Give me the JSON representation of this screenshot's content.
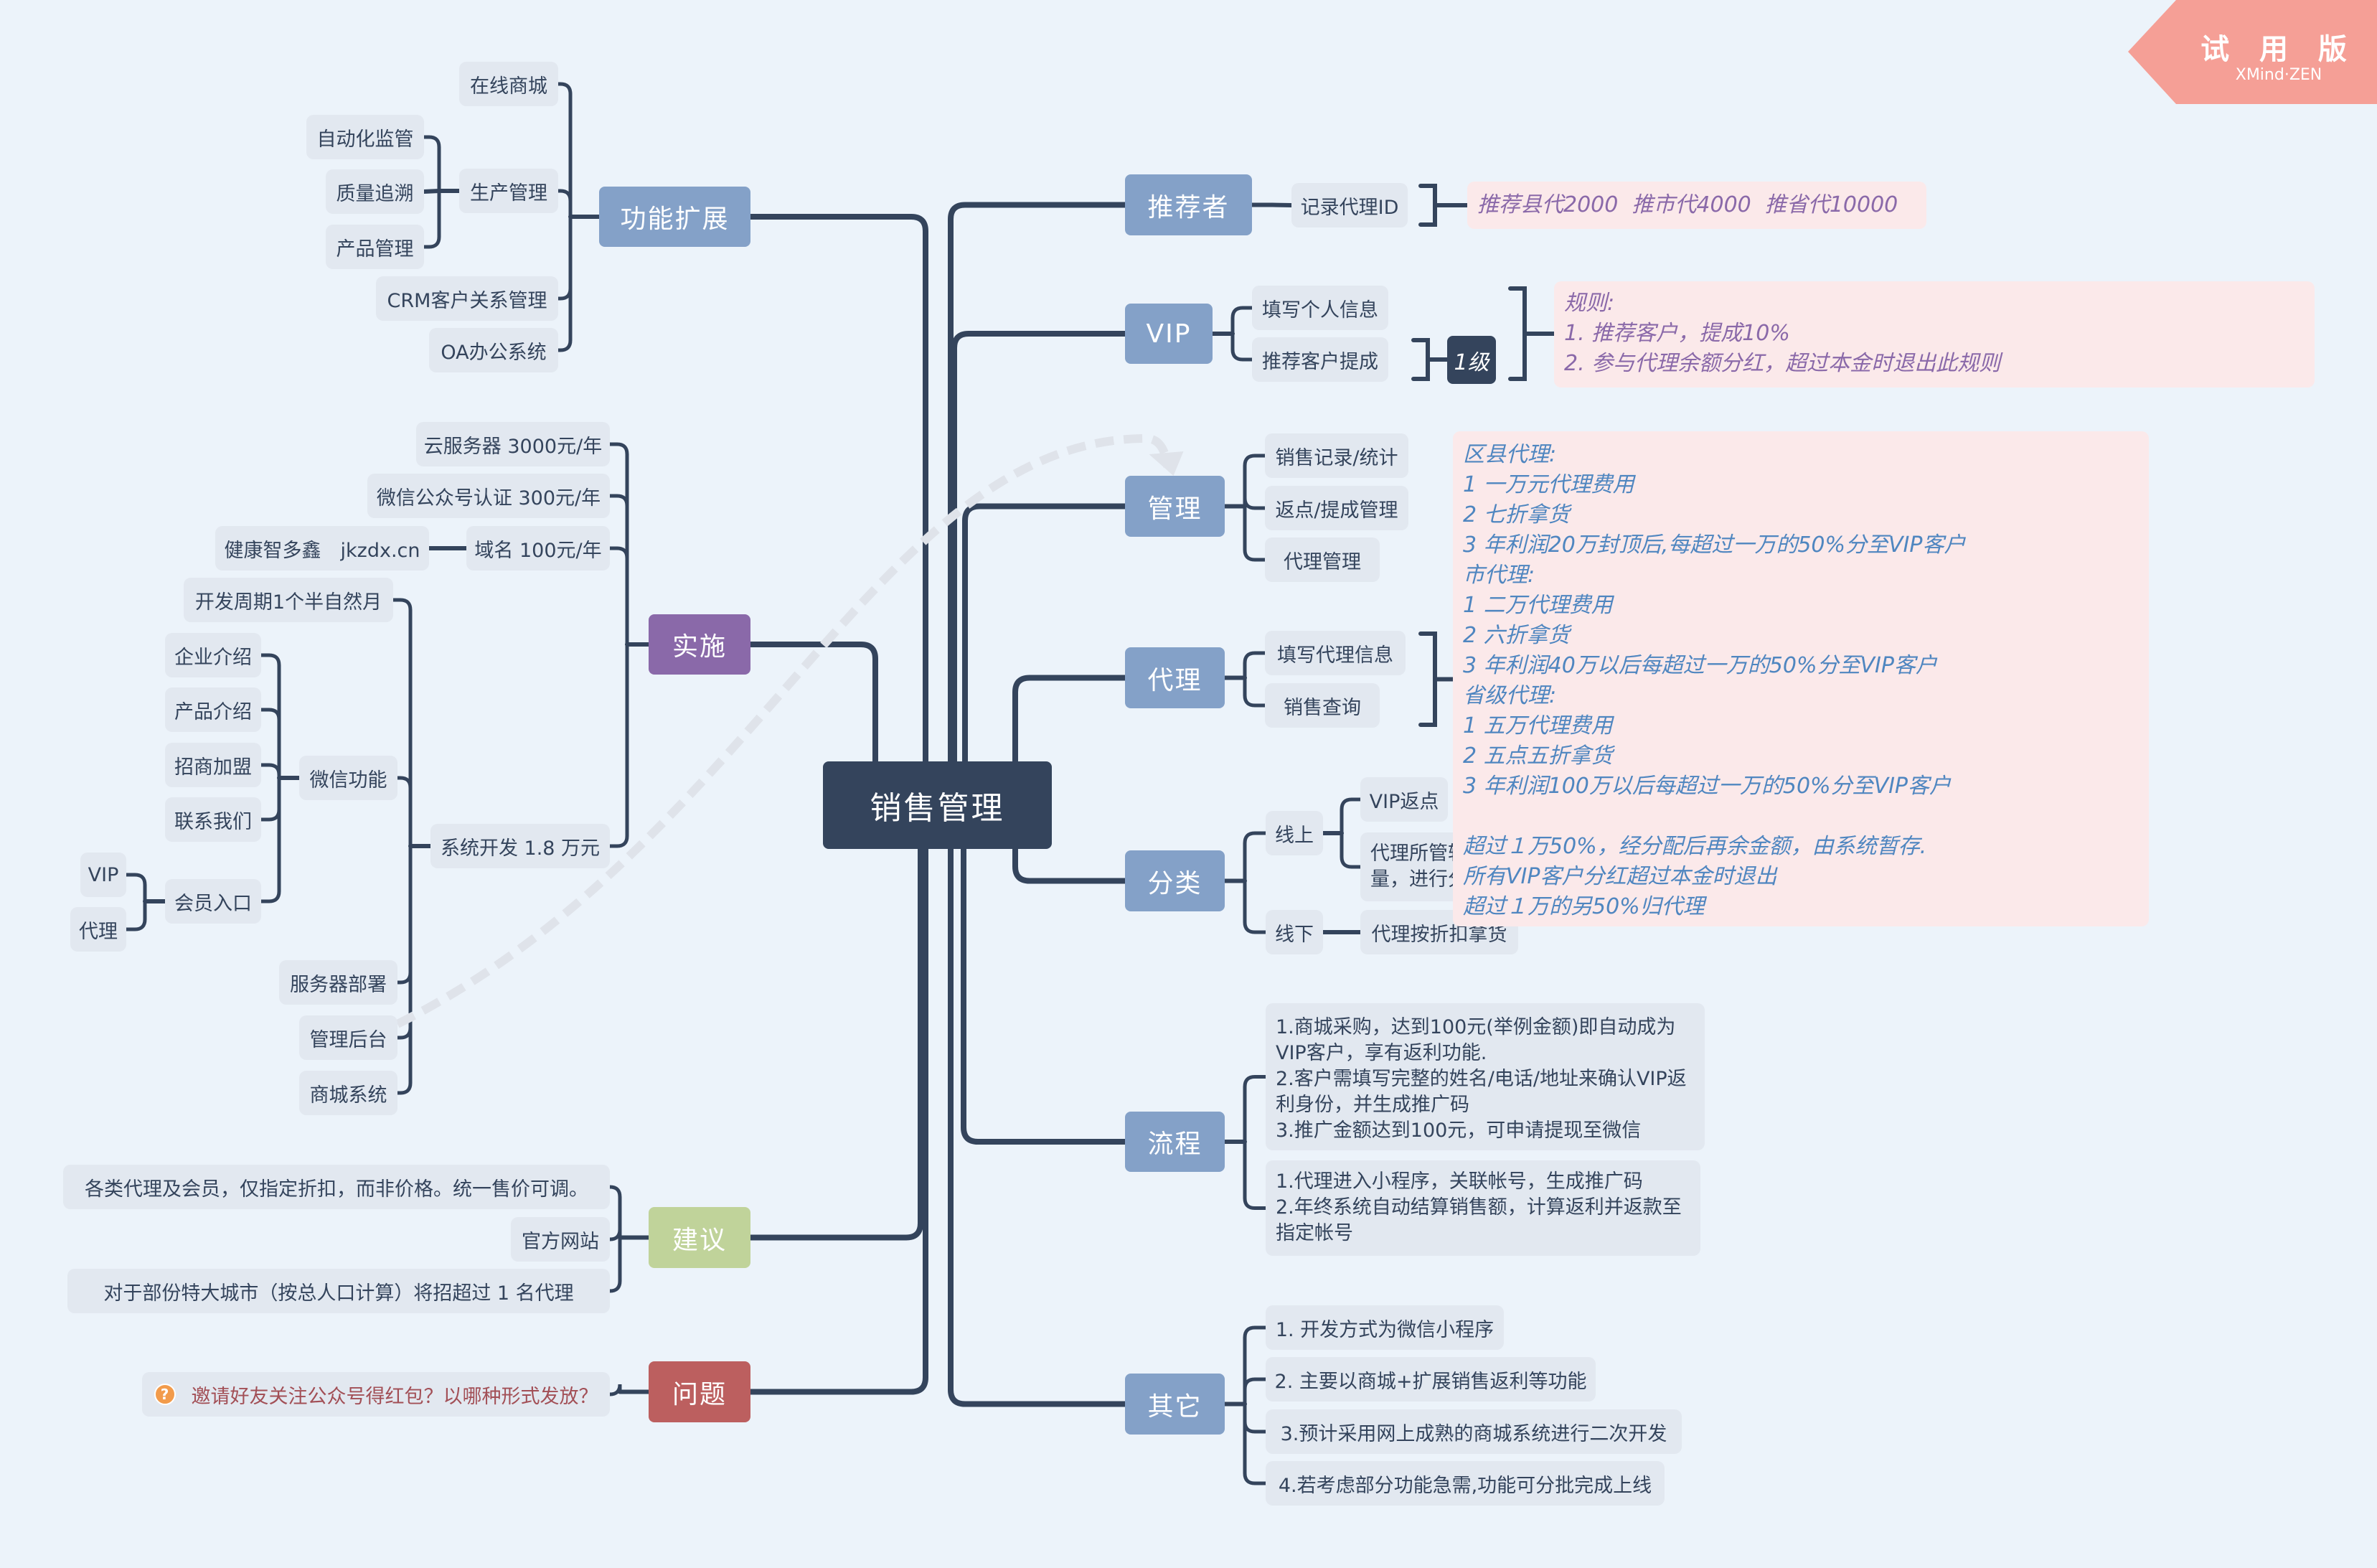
{
  "watermark": {
    "title": "试 用 版",
    "subtitle": "XMind·ZEN"
  },
  "root": {
    "label": "销售管理"
  },
  "left": {
    "gongneng": {
      "label": "功能扩展",
      "children": [
        "在线商城",
        "生产管理",
        "CRM客户关系管理",
        "OA办公系统"
      ],
      "shengchan_children": [
        "自动化监管",
        "质量追溯",
        "产品管理"
      ]
    },
    "shishi": {
      "label": "实施",
      "children": [
        "云服务器 3000元/年",
        "微信公众号认证 300元/年",
        "域名 100元/年",
        "系统开发 1.8 万元"
      ],
      "domain_child": "健康智多鑫　jkzdx.cn",
      "xitong_children": [
        "开发周期1个半自然月",
        "微信功能",
        "服务器部署",
        "管理后台",
        "商城系统"
      ],
      "weixin_children": [
        "企业介绍",
        "产品介绍",
        "招商加盟",
        "联系我们",
        "会员入口"
      ],
      "huiyuan_children": [
        "VIP",
        "代理"
      ]
    },
    "jianyi": {
      "label": "建议",
      "children": [
        "各类代理及会员，仅指定折扣，而非价格。统一售价可调。",
        "官方网站",
        "对于部份特大城市（按总人口计算）将招超过 1 名代理"
      ]
    },
    "wenti": {
      "label": "问题",
      "icon": "question-icon",
      "question": "邀请好友关注公众号得红包？以哪种形式发放？"
    }
  },
  "right": {
    "tuijianzhe": {
      "label": "推荐者",
      "child": "记录代理ID",
      "callout": "推荐县代2000  推市代4000  推省代10000"
    },
    "vip": {
      "label": "VIP",
      "children": [
        "填写个人信息",
        "推荐客户提成"
      ],
      "level_badge": "1级",
      "callout": [
        "规则:",
        "1. 推荐客户，提成10%",
        "2. 参与代理余额分红，超过本金时退出此规则"
      ]
    },
    "guanli": {
      "label": "管理",
      "children": [
        "销售记录/统计",
        "返点/提成管理",
        "代理管理"
      ]
    },
    "daili": {
      "label": "代理",
      "children": [
        "填写代理信息",
        "销售查询"
      ],
      "callout": [
        "区县代理:",
        "1 一万元代理费用",
        "2 七折拿货",
        "3 年利润20万封顶后,每超过一万的50%分至VIP客户",
        "市代理:",
        "1 二万代理费用",
        "2 六折拿货",
        "3 年利润40万以后每超过一万的50%分至VIP客户",
        "省级代理:",
        "1 五万代理费用",
        "2 五点五折拿货",
        "3 年利润100万以后每超过一万的50%分至VIP客户",
        "",
        "超过１万50%，经分配后再余金额，由系统暂存.",
        "所有VIP客户分红超过本金时退出",
        "超过１万的另50%归代理"
      ]
    },
    "fenlei": {
      "label": "分类",
      "online": {
        "label": "线上",
        "children": [
          "VIP返点",
          [
            "代理所管辖",
            "量，进行分"
          ]
        ]
      },
      "offline": {
        "label": "线下",
        "child": "代理按折扣拿货"
      }
    },
    "liucheng": {
      "label": "流程",
      "children": [
        [
          "1.商城采购，达到100元(举例金额)即自动成为",
          "VIP客户，享有返利功能.",
          "2.客户需填写完整的姓名/电话/地址来确认VIP返",
          "利身份，并生成推广码",
          "3.推广金额达到100元，可申请提现至微信"
        ],
        [
          "1.代理进入小程序，关联帐号，生成推广码",
          "2.年终系统自动结算销售额，计算返利并返款至",
          "指定帐号"
        ]
      ]
    },
    "qita": {
      "label": "其它",
      "children": [
        "1. 开发方式为微信小程序",
        "2. 主要以商城+扩展销售返利等功能",
        "3.预计采用网上成熟的商城系统进行二次开发",
        "4.若考虑部分功能急需,功能可分批完成上线"
      ]
    }
  },
  "colors": {
    "background": "#ecf3fa",
    "root": "#34445c",
    "main_blue": "#84a1c8",
    "main_purple": "#8a69a9",
    "main_green": "#c0d39a",
    "main_red": "#bc5f5f",
    "sub": "#e2e8f0",
    "callout_bg": "#fbe9ea",
    "callout_purple": "#8a69a9",
    "callout_blue": "#4f86c0",
    "watermark": "#f59f96"
  }
}
